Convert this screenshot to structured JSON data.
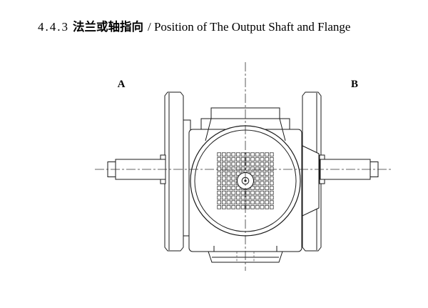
{
  "colors": {
    "background": "#ffffff",
    "ink": "#1a1a1a"
  },
  "header": {
    "number": "4.4.3",
    "title_zh": "法兰或轴指向",
    "title_en": "/ Position of The Output Shaft and Flange"
  },
  "diagram": {
    "type": "technical-drawing",
    "subject": "Gear reducer front view with output shaft and flange on both sides, motor fan cover in center",
    "label_a": "A",
    "label_b": "B"
  }
}
